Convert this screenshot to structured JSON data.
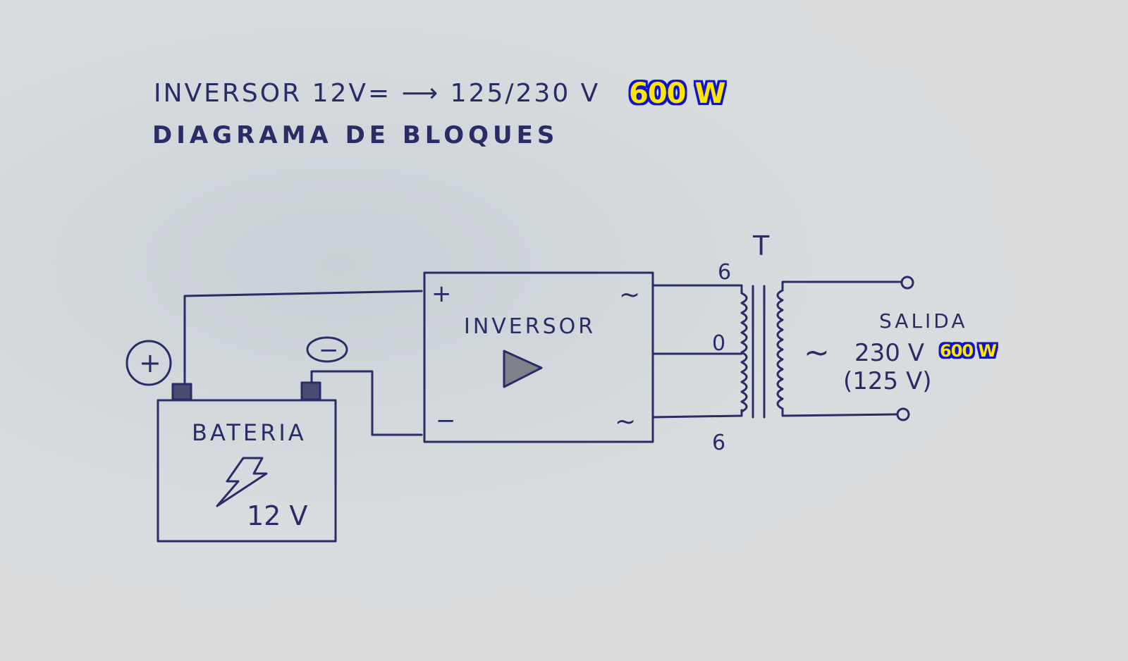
{
  "header": {
    "title": "INVERSOR 12V= ⟶ 125/230 V",
    "subtitle": "DIAGRAMA DE BLOQUES",
    "power_badge": "600 W"
  },
  "battery": {
    "label": "BATERIA",
    "voltage": "12 V",
    "plus_terminal": "+",
    "minus_terminal": "−"
  },
  "inverter": {
    "label": "INVERSOR",
    "plus_input": "+",
    "minus_input": "−",
    "ac_symbol": "~"
  },
  "transformer": {
    "label": "T",
    "tap_top": "6",
    "tap_center": "0",
    "tap_bottom": "6"
  },
  "output": {
    "label": "SALIDA",
    "ac_symbol": "~",
    "voltage": "230 V",
    "alt_voltage": "(125 V)",
    "power_badge": "600 W"
  },
  "colors": {
    "ink": "#2b2c66",
    "badge_fill": "#ffe600",
    "badge_outline": "#1016c8"
  }
}
